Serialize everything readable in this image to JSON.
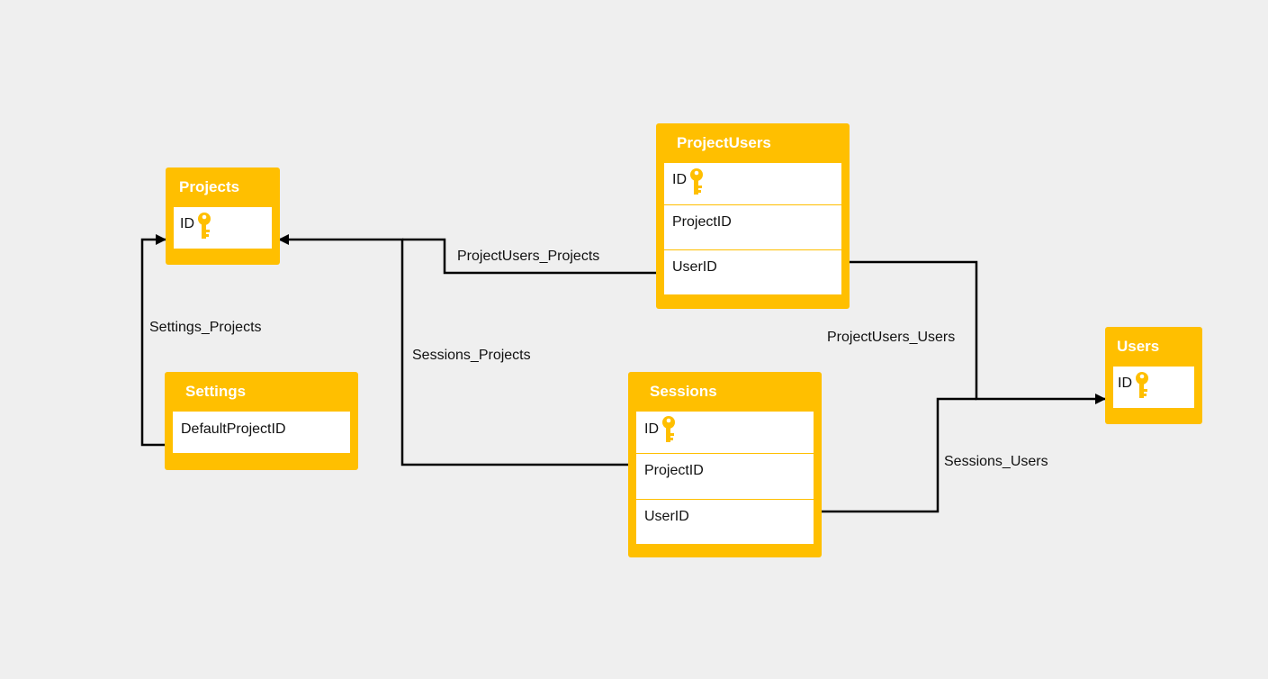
{
  "entities": {
    "projects": {
      "title": "Projects",
      "fields": [
        "ID"
      ]
    },
    "settings": {
      "title": "Settings",
      "fields": [
        "DefaultProjectID"
      ]
    },
    "project_users": {
      "title": "ProjectUsers",
      "fields": [
        "ID",
        "ProjectID",
        "UserID"
      ]
    },
    "sessions": {
      "title": "Sessions",
      "fields": [
        "ID",
        "ProjectID",
        "UserID"
      ]
    },
    "users": {
      "title": "Users",
      "fields": [
        "ID"
      ]
    }
  },
  "relationships": {
    "settings_projects": "Settings_Projects",
    "sessions_projects": "Sessions_Projects",
    "project_users_projects": "ProjectUsers_Projects",
    "project_users_users": "ProjectUsers_Users",
    "sessions_users": "Sessions_Users"
  },
  "icons": {
    "primary_key": "key-icon"
  },
  "colors": {
    "entity_header": "#ffbf00",
    "background": "#efefef",
    "connector": "#000000"
  }
}
